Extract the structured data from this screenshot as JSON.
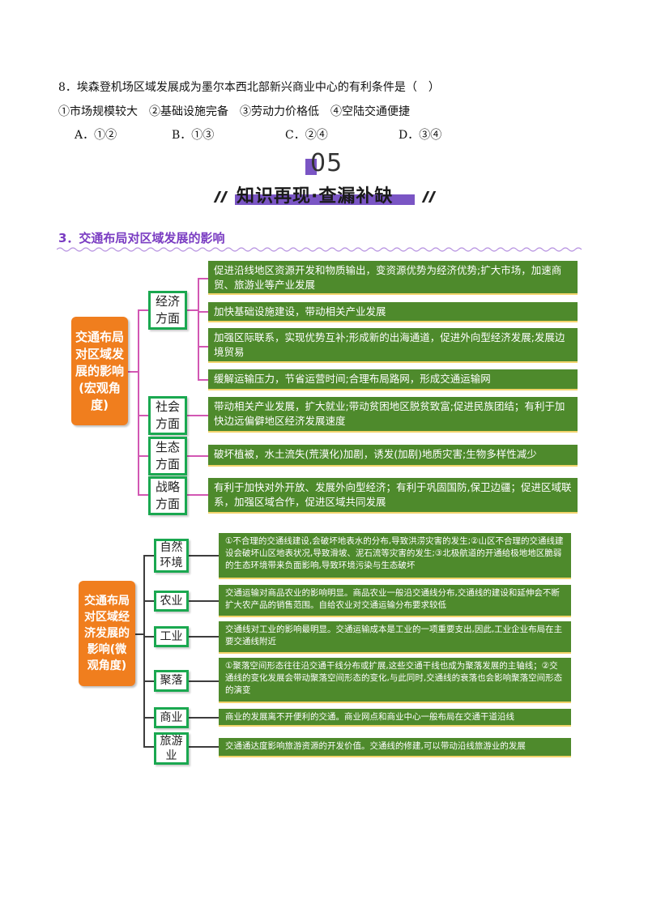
{
  "question": {
    "stem": "8．埃森登机场区域发展成为墨尔本西北部新兴商业中心的有利条件是（　）",
    "options_line": "①市场规模较大　②基础设施完备　③劳动力价格低　④空陆交通便捷",
    "choices": [
      "A．①②",
      "B．①③",
      "C．②④",
      "D．③④"
    ]
  },
  "banner": {
    "number": "05",
    "title": "知识再现·查漏补缺",
    "accent_color": "#7a55c4"
  },
  "section": {
    "title": "3．交通布局对区域发展的影响",
    "color": "#7a3cc2"
  },
  "macro": {
    "root_label": "交通布局对区域发展的影响(宏观角度)",
    "categories": [
      {
        "label": "经济方面",
        "items": [
          "促进沿线地区资源开发和物质输出，变资源优势为经济优势;扩大市场，加速商贸、旅游业等产业发展",
          "加快基础设施建设，带动相关产业发展",
          "加强区际联系，实现优势互补;形成新的出海通道，促进外向型经济发展;发展边境贸易",
          "缓解运输压力，节省运营时间;合理布局路网，形成交通运输网"
        ]
      },
      {
        "label": "社会方面",
        "items": [
          "带动相关产业发展，扩大就业;带动贫困地区脱贫致富;促进民族团结；有利于加快边远偏僻地区经济发展速度"
        ]
      },
      {
        "label": "生态方面",
        "items": [
          "破坏植被，水土流失(荒漠化)加剧，诱发(加剧)地质灾害;生物多样性减少"
        ]
      },
      {
        "label": "战略方面",
        "items": [
          "有利于加快对外开放、发展外向型经济；有利于巩固国防,保卫边疆；促进区域联系，加强区域合作，促进区域共同发展"
        ]
      }
    ]
  },
  "micro": {
    "root_label": "交通布局对区域经济发展的影响(微观角度)",
    "categories": [
      {
        "label": "自然环境",
        "text": "①不合理的交通线建设,会破坏地表水的分布,导致洪涝灾害的发生;②山区不合理的交通线建设会破坏山区地表状况,导致滑坡、泥石流等灾害的发生;③北极航道的开通给极地地区脆弱的生态环境带来负面影响,导致环境污染与生态破坏"
      },
      {
        "label": "农业",
        "text": "交通运输对商品农业的影响明显。商品农业一般沿交通线分布,交通线的建设和延伸会不断扩大农产品的销售范围。自给农业对交通运输分布要求较低"
      },
      {
        "label": "工业",
        "text": "交通线对工业的影响最明显。交通运输成本是工业的一项重要支出,因此,工业企业布局在主要交通线附近"
      },
      {
        "label": "聚落",
        "text": "①聚落空间形态往往沿交通干线分布或扩展,这些交通干线也成为聚落发展的主轴线；②交通线的变化发展会带动聚落空间形态的变化,与此同时,交通线的衰落也会影响聚落空间形态的演变"
      },
      {
        "label": "商业",
        "text": "商业的发展离不开便利的交通。商业网点和商业中心一般布局在交通干道沿线"
      },
      {
        "label": "旅游业",
        "text": "交通通达度影响旅游资源的开发价值。交通线的修建,可以带动沿线旅游业的发展"
      }
    ]
  }
}
